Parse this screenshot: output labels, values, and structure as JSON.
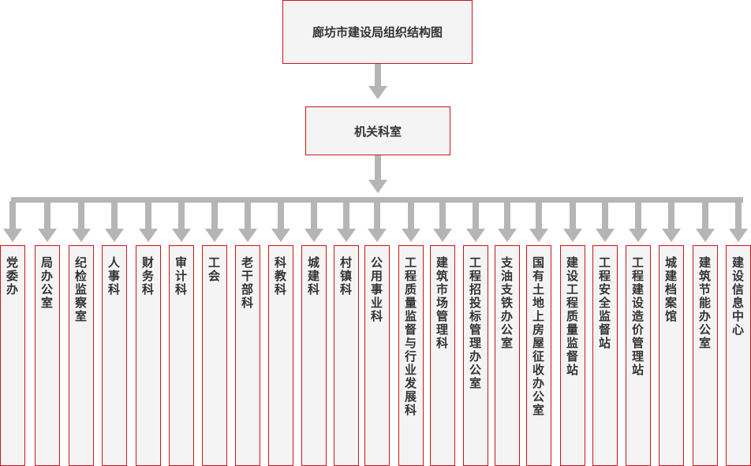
{
  "title": "廊坊市建设局组织结构图",
  "middle": "机关科室",
  "departments": [
    "党委办",
    "局办公室",
    "纪检监察室",
    "人事科",
    "财务科",
    "审计科",
    "工会",
    "老干部科",
    "科教科",
    "城建科",
    "村镇科",
    "公用事业科",
    "工程质量监督与行业发展科",
    "建筑市场管理科",
    "工程招投标管理办公室",
    "支油支铁办公室",
    "国有土地上房屋征收办公室",
    "建设工程质量监督站",
    "工程安全监督站",
    "工程建设造价管理站",
    "城建档案馆",
    "建筑节能办公室",
    "建设信息中心"
  ],
  "colors": {
    "border": "#d0141b",
    "box": "#f4f4f4",
    "connector": "#b5b5b5",
    "text": "#333333"
  }
}
